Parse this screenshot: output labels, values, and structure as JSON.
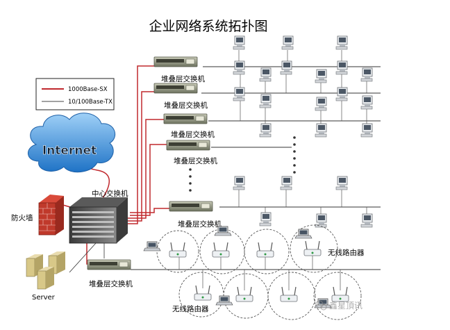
{
  "title": "企业网络系统拓扑图",
  "legend": {
    "items": [
      {
        "label": "1000Base-SX",
        "color": "#c0282d"
      },
      {
        "label": "10/100Base-TX",
        "color": "#444444"
      }
    ]
  },
  "cloud": {
    "label": "Internet",
    "color": "#2f86d6"
  },
  "firewall": {
    "label": "防火墙"
  },
  "core_switch": {
    "label": "中心交换机"
  },
  "server": {
    "label": "Server"
  },
  "stack_switch_label": "堆叠层交换机",
  "wireless_router_label": "无线路由器",
  "watermark": "鑫星頂讯",
  "colors": {
    "fiber": "#c0282d",
    "copper": "#444444",
    "switch_body": "#8a8f7a",
    "wireless_ring": "#555555"
  }
}
